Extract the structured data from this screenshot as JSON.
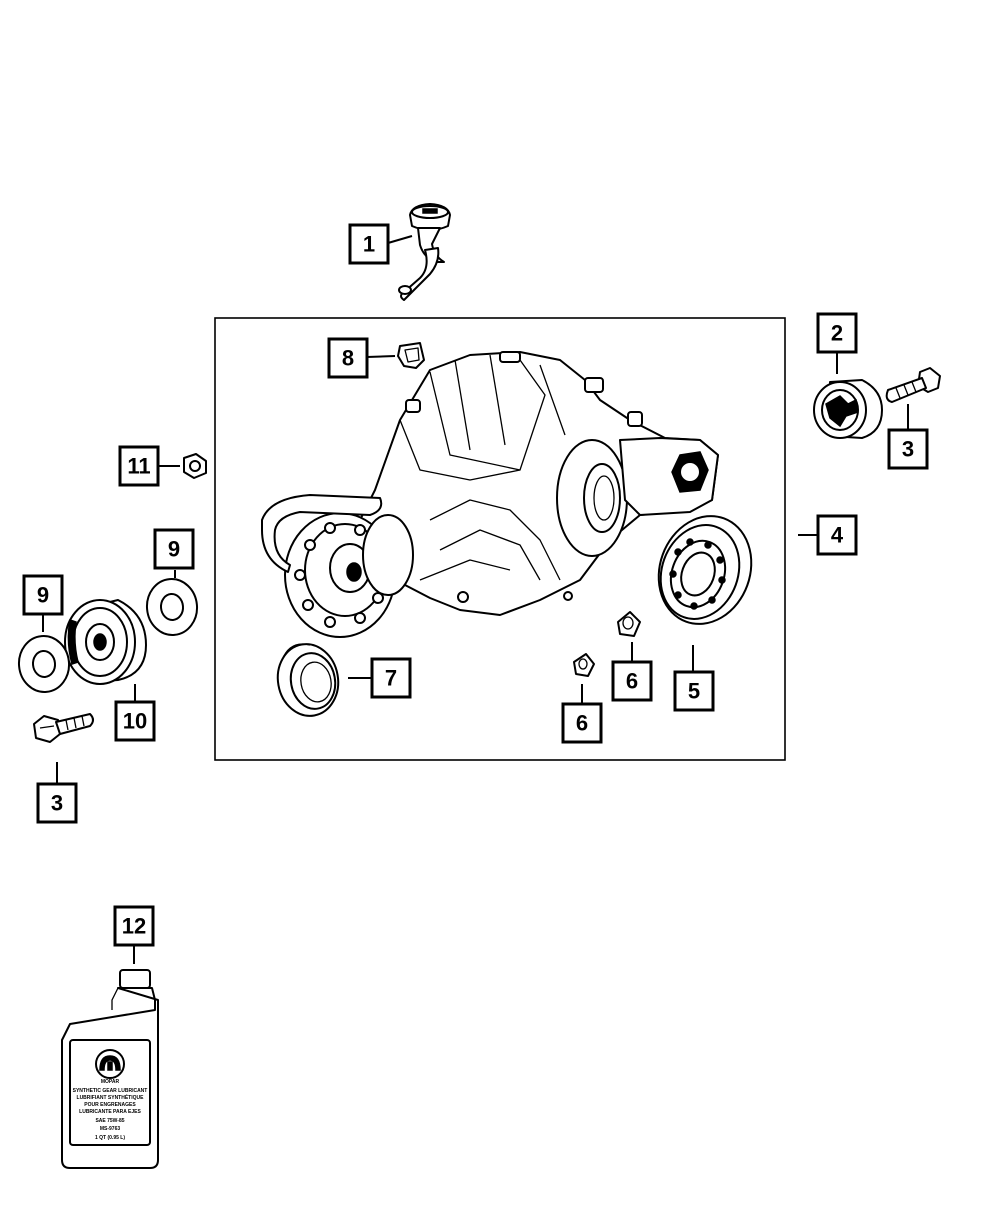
{
  "callouts": [
    {
      "id": "c1",
      "label": "1"
    },
    {
      "id": "c2",
      "label": "2"
    },
    {
      "id": "c3a",
      "label": "3"
    },
    {
      "id": "c3b",
      "label": "3"
    },
    {
      "id": "c4",
      "label": "4"
    },
    {
      "id": "c5",
      "label": "5"
    },
    {
      "id": "c6a",
      "label": "6"
    },
    {
      "id": "c6b",
      "label": "6"
    },
    {
      "id": "c7",
      "label": "7"
    },
    {
      "id": "c8",
      "label": "8"
    },
    {
      "id": "c9a",
      "label": "9"
    },
    {
      "id": "c9b",
      "label": "9"
    },
    {
      "id": "c10",
      "label": "10"
    },
    {
      "id": "c11",
      "label": "11"
    },
    {
      "id": "c12",
      "label": "12"
    }
  ],
  "bottle_label": {
    "brand": "MOPAR",
    "line1": "SYNTHETIC GEAR LUBRICANT",
    "line2": "LUBRIFIANT SYNTHÉTIQUE",
    "line3": "POUR ENGRENAGES",
    "line4": "LUBRICANTE PARA EJES",
    "line5": "SAE 75W-85",
    "line6": "MS-9763",
    "line7": "1 QT (0.95 L)"
  },
  "colors": {
    "ink": "#000000",
    "paper": "#ffffff"
  }
}
